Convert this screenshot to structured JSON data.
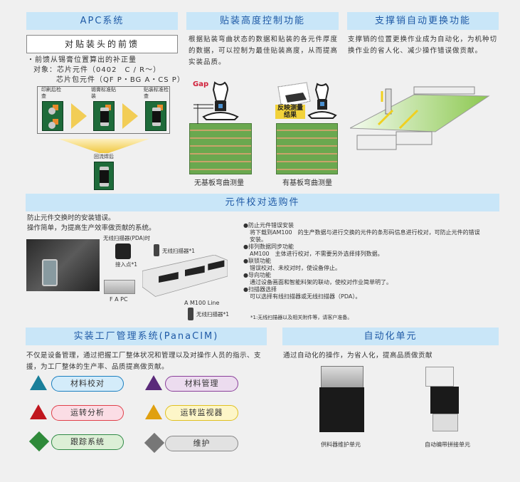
{
  "apc": {
    "title": "APC系统",
    "subtitle": "对贴装头的前馈",
    "bullet": "・前馈从锡膏位置算出的补正量",
    "target1": "对象：芯片元件（0402　C / R～）",
    "target2": "芯片包元件（QF P・BG A・CS P）",
    "steps": [
      "印刷后检查",
      "锡膏标准贴装",
      "贴装标准检查"
    ],
    "reflow": "回流焊后"
  },
  "height_ctrl": {
    "title": "贴装高度控制功能",
    "desc": "根据贴装弯曲状态的数据和贴装的各元件厚度的数据，可以控制为最佳贴装高度，从而提高实装品质。",
    "gap_label": "Gap",
    "measure_label": "反映测量结果",
    "captions": [
      "无基板弯曲测量",
      "有基板弯曲测量"
    ]
  },
  "pin_change": {
    "title": "支撑销自动更换功能",
    "desc": "支撑销的位置更换作业成为自动化，为机种切换作业的省人化、减少操作错误做贡献。"
  },
  "verify": {
    "title": "元件校对选购件",
    "intro1": "防止元件交换时的安装错误。",
    "intro2": "操作简单，为提高生产效率做贡献的系统。",
    "labels": {
      "pda": "无线扫描器(PDA)时",
      "ap": "接入点*1",
      "scanner1": "无线扫描器*1",
      "fapc": "F A PC",
      "line": "A M100 Line",
      "scanner2": "无线扫描器*1"
    },
    "features": [
      {
        "head": "●防止元件错误安装",
        "body": "将下载到AM100　的生产数据与进行交换的元件的条形码信息进行校对，可防止元件的错误安装。"
      },
      {
        "head": "●排列数据同步功能",
        "body": "AM100　主体进行校对，不需要另外选择排列数据。"
      },
      {
        "head": "●联锁功能",
        "body": "错误校对、未校对时，使设备停止。"
      },
      {
        "head": "●导向功能",
        "body": "通过设备画面和智能料架的联动，使校对作业简单明了。"
      },
      {
        "head": "●扫描器选择",
        "body": "可以选择有线扫描器或无线扫描器（PDA）。"
      }
    ],
    "footnote": "*1:无线扫描器以及相关附件等，请客户准备。"
  },
  "panacim": {
    "title": "实装工厂管理系统(PanaCIM)",
    "desc": "不仅是设备管理，通过把握工厂整体状况和管理以及对操作人员的指示、支援，为工厂整体的生产率、品质提高做贡献。",
    "modules": [
      {
        "label": "材料校对",
        "color": "#1a7fc0",
        "bg": "#d4ecfa",
        "icon": "#1a7f9a"
      },
      {
        "label": "材料管理",
        "color": "#8a3f9a",
        "bg": "#ecdcef",
        "icon": "#5a2a7a"
      },
      {
        "label": "运转分析",
        "color": "#e0404a",
        "bg": "#fbdde5",
        "icon": "#c0161e"
      },
      {
        "label": "运转监视器",
        "color": "#e0c020",
        "bg": "#fdf6c8",
        "icon": "#e0a010"
      },
      {
        "label": "跟踪系统",
        "color": "#2f8a45",
        "bg": "#dcefd6",
        "icon": "#2f8a3a"
      },
      {
        "label": "维护",
        "color": "#888888",
        "bg": "#e2e2e2",
        "icon": "#777777"
      }
    ]
  },
  "automation": {
    "title": "自动化单元",
    "desc": "通过自动化的操作，为省人化，提高品质做贡献",
    "units": [
      "供料器维护单元",
      "自动编带拼接单元"
    ]
  }
}
